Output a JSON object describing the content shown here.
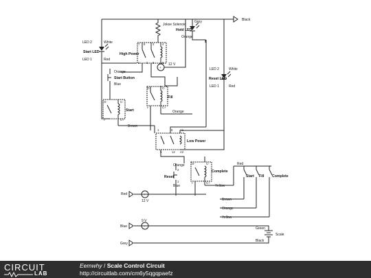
{
  "labels": {
    "black_top": "Black",
    "grey_top": "Grey",
    "orange_top": "Orange",
    "jokse_solenoid": "Jokse Solenoid",
    "hold_led": "Hold LED",
    "led2_left": "LED 2",
    "white_left": "White",
    "start_led": "Start LED",
    "led1_left": "LED 1",
    "red_left": "Red",
    "high_power": "High Power",
    "v12_top": "12 V",
    "orange_start": "Orange",
    "start_button": "Start Button",
    "blue_start": "Blue",
    "fill": "Fill",
    "orange_fill": "Orange",
    "start_relay": "Start",
    "brown_start": "Brown",
    "low_power": "Low Power",
    "led2_right": "LED 2",
    "white_right": "White",
    "reset_led": "Reset LED",
    "led1_right": "LED 1",
    "red_right": "Red",
    "complete_relay": "Complete",
    "orange_reset": "Orange",
    "reset": "Reset",
    "blue_reset": "Blue",
    "yellow_mid": "Yellow",
    "red_panel": "Red",
    "start_sw": "Start",
    "fill_sw": "Fill",
    "complete_sw": "Complete",
    "brown_bus": "Brown",
    "orange_bus": "Orange",
    "yellow_bus": "Yellow",
    "red_bottom": "Red",
    "v12_bottom": "12 V",
    "v9": "9 V",
    "blue_bottom": "Blue",
    "grey_bottom": "Grey",
    "green": "Green",
    "scale": "Scale",
    "black_bottom": "Black"
  },
  "pins": {
    "p7": "7",
    "p8": "8",
    "p3": "3",
    "p4": "4",
    "p1": "1",
    "p2": "2",
    "p5": "5",
    "p6": "6",
    "p1b": "1",
    "p8b": "8",
    "a1": "A1",
    "p9": "9",
    "p12": "12",
    "a2": "A2",
    "p2r": "2",
    "p1r": "1",
    "cminus": "C-",
    "cplus": "C+",
    "o": "O-",
    "i": "I-",
    "cminus2": "C-",
    "cplus2": "C+",
    "o2": "O-",
    "i2": "I-",
    "cminus3": "C-",
    "cplus3": "C+",
    "o3": "O-",
    "i3": "I-"
  },
  "footer": {
    "brand_top": "CIRCUIT",
    "brand_bottom": "LAB",
    "author": "Eemwhy",
    "separator": " / ",
    "title": "Scale Control Circuit",
    "url": "http://circuitlab.com/cm6y5qgqpaefz"
  }
}
